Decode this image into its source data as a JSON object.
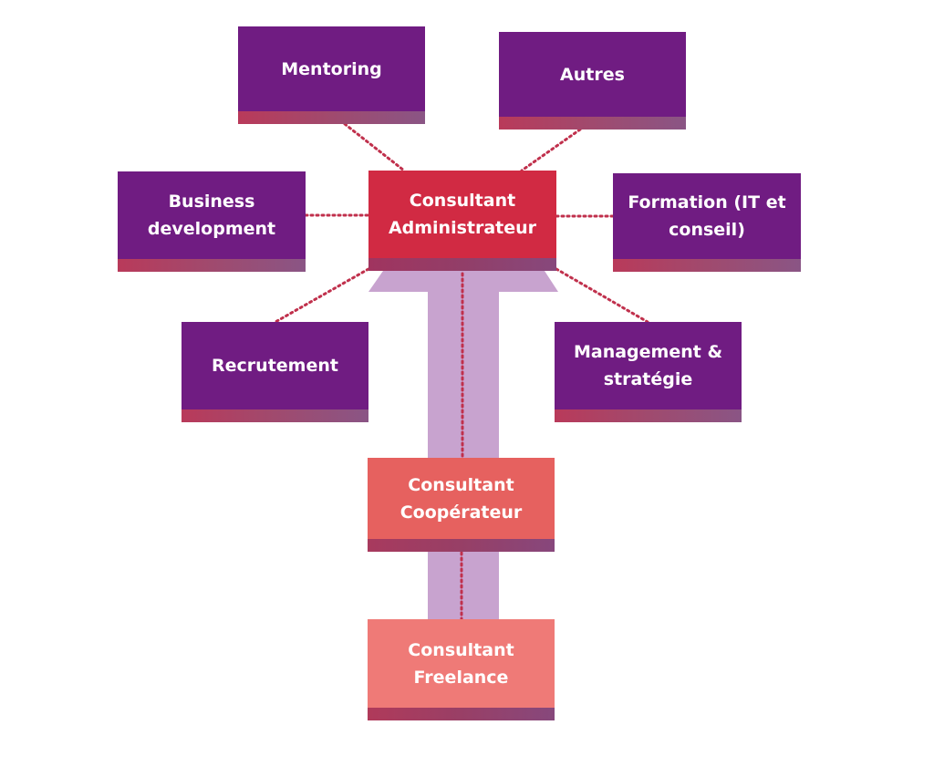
{
  "colors": {
    "role_box": "#701c82",
    "administrateur": "#d12a43",
    "cooperateur": "#e6615f",
    "freelance": "#ef7a77",
    "arrow": "#c8a3cf",
    "dotted_line": "#c0304c"
  },
  "diagram": {
    "center": "Consultant\nAdministrateur",
    "roles": [
      {
        "id": "mentoring",
        "label": "Mentoring"
      },
      {
        "id": "autres",
        "label": "Autres"
      },
      {
        "id": "business-development",
        "label": "Business\ndevelopment"
      },
      {
        "id": "formation",
        "label": "Formation (IT et\nconseil)"
      },
      {
        "id": "recrutement",
        "label": "Recrutement"
      },
      {
        "id": "management",
        "label": "Management &\nstratégie"
      }
    ],
    "progression": [
      {
        "id": "cooperateur",
        "label": "Consultant\nCoopérateur"
      },
      {
        "id": "freelance",
        "label": "Consultant\nFreelance"
      }
    ]
  }
}
